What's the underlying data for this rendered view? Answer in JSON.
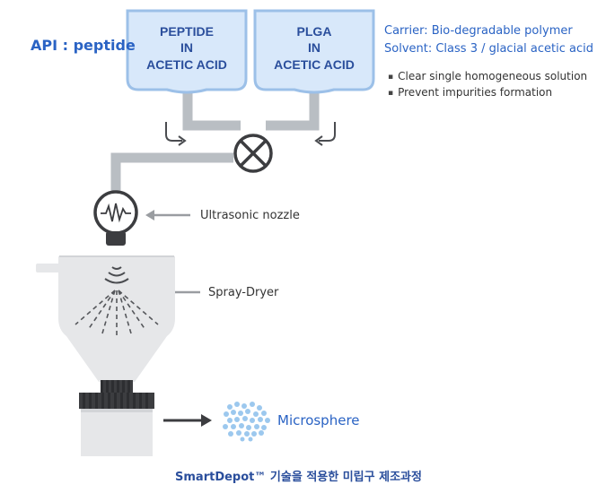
{
  "api_label": "API : peptide",
  "tanks": [
    {
      "lines": [
        "PEPTIDE",
        "IN",
        "ACETIC ACID"
      ]
    },
    {
      "lines": [
        "PLGA",
        "IN",
        "ACETIC ACID"
      ]
    }
  ],
  "carrier": "Carrier: Bio-degradable polymer",
  "solvent": "Solvent: Class 3 / glacial acetic acid",
  "bullets": [
    "Clear single homogeneous solution",
    "Prevent impurities formation"
  ],
  "nozzle_label": "Ultrasonic nozzle",
  "dryer_label": "Spray-Dryer",
  "microsphere_label": "Microsphere",
  "caption": "SmartDepot™ 기술을 적용한 미립구 제조과정",
  "colors": {
    "accent_blue": "#2a63c4",
    "tank_fill": "#d8e8fa",
    "tank_stroke": "#9cc0e8",
    "pipe": "#b9bec3",
    "dryer": "#e6e7e9",
    "dark": "#3c3d40",
    "microsphere": "#9cc8ee"
  },
  "icons": [
    "valve-x-icon",
    "waveform-icon",
    "ultrasound-waves-icon",
    "arrow-right-icon",
    "arrow-left-icon",
    "curved-down-arrow-icon"
  ]
}
